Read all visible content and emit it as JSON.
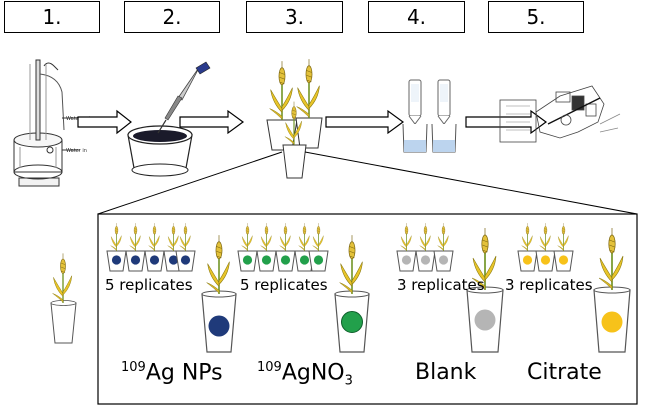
{
  "steps": [
    {
      "label": "1."
    },
    {
      "label": "2."
    },
    {
      "label": "3."
    },
    {
      "label": "4."
    },
    {
      "label": "5."
    }
  ],
  "apparatus_labels": {
    "water_out": "Water out",
    "water_in": "Water in"
  },
  "groups": [
    {
      "replicates": "5 replicates",
      "pre": "109",
      "main": "Ag NPs",
      "sub": "",
      "color": "#1f3a7a"
    },
    {
      "replicates": "5 replicates",
      "pre": "109",
      "main": "AgNO",
      "sub": "3",
      "color": "#22a04b"
    },
    {
      "replicates": "3 replicates",
      "pre": "",
      "main": "Blank",
      "sub": "",
      "color": "#b5b5b5"
    },
    {
      "replicates": "3 replicates",
      "pre": "",
      "main": "Citrate",
      "sub": "",
      "color": "#f7c21a"
    }
  ]
}
